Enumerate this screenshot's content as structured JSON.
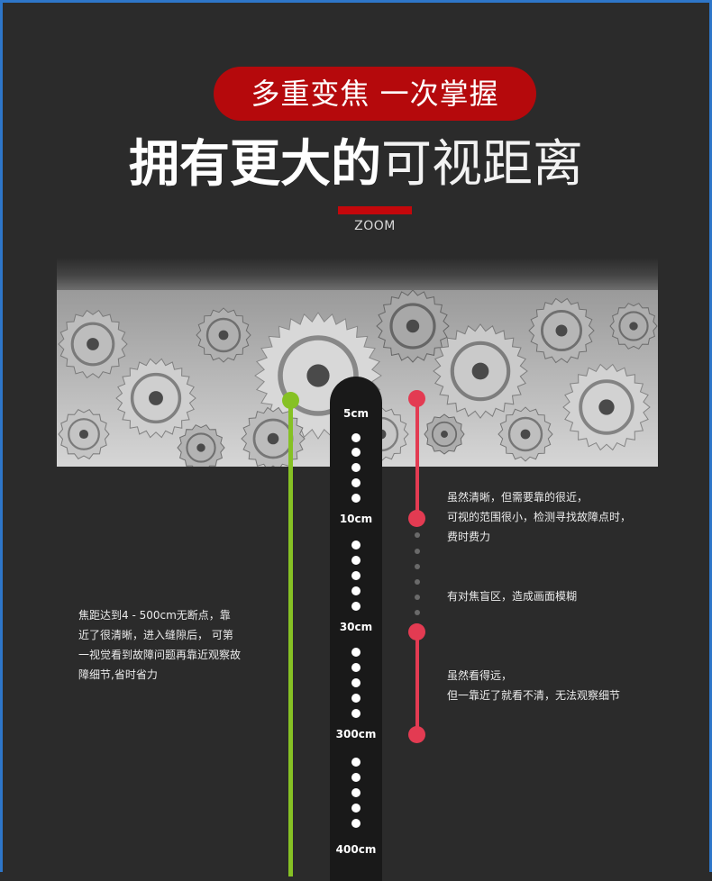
{
  "banner": {
    "label": "多重变焦 一次掌握"
  },
  "headline": {
    "bold": "拥有更大的",
    "light": "可视距离"
  },
  "subtitle": "ZOOM",
  "ruler": {
    "marks": [
      {
        "label": "5cm"
      },
      {
        "label": "10cm"
      },
      {
        "label": "30cm"
      },
      {
        "label": "300cm"
      },
      {
        "label": "400cm"
      }
    ]
  },
  "notes": {
    "left": [
      "焦距达到4 - 500cm无断点，靠",
      "近了很清晰，进入缝隙后， 可第",
      "一视觉看到故障问题再靠近观察故",
      "障细节,省时省力"
    ],
    "near": [
      "虽然清晰，但需要靠的很近，",
      "可视的范围很小，检测寻找故障点时，",
      "费时费力"
    ],
    "blind": [
      "有对焦盲区，造成画面模糊"
    ],
    "far": [
      "虽然看得远，",
      "但一靠近了就看不清，无法观察细节"
    ]
  },
  "colors": {
    "banner": "#b5090c",
    "green": "#86c124",
    "red": "#e33b52",
    "background": "#2b2b2b"
  },
  "image": {
    "description_icon": "gears-image"
  }
}
